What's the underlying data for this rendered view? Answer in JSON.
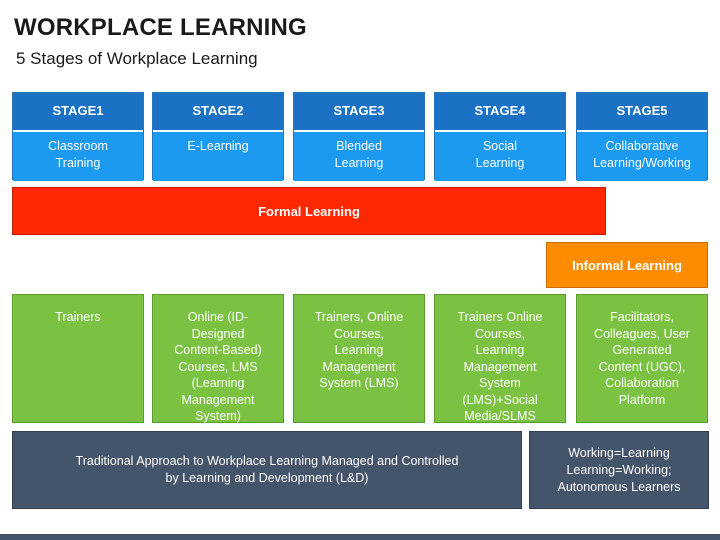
{
  "header": {
    "title": "WORKPLACE LEARNING",
    "subtitle": "5 Stages of Workplace Learning"
  },
  "stages": [
    {
      "label": "STAGE1",
      "desc": "Classroom Training"
    },
    {
      "label": "STAGE2",
      "desc": "E-Learning"
    },
    {
      "label": "STAGE3",
      "desc": "Blended Learning"
    },
    {
      "label": "STAGE4",
      "desc": "Social Learning"
    },
    {
      "label": "STAGE5",
      "desc": "Collaborative Learning/Working"
    }
  ],
  "bars": {
    "formal": "Formal Learning",
    "informal": "Informal Learning"
  },
  "tools": [
    "Trainers",
    "Online (ID-Designed Content-Based) Courses, LMS (Learning Management System)",
    "Trainers, Online Courses, Learning Management System (LMS)",
    "Trainers Online Courses, Learning Management System (LMS)+Social Media/SLMS",
    "Facilitators, Colleagues, User Generated Content (UGC), Collaboration Platform"
  ],
  "approach": {
    "traditional": "Traditional Approach to Workplace Learning Managed and Controlled by Learning and Development (L&D)",
    "autonomous": "Working=Learning Learning=Working; Autonomous Learners"
  },
  "colors": {
    "stage_header": "#1b72c4",
    "stage_body": "#1c9af0",
    "formal": "#ff2800",
    "informal": "#ff8c00",
    "tools": "#7cc242",
    "approach": "#44546a"
  }
}
